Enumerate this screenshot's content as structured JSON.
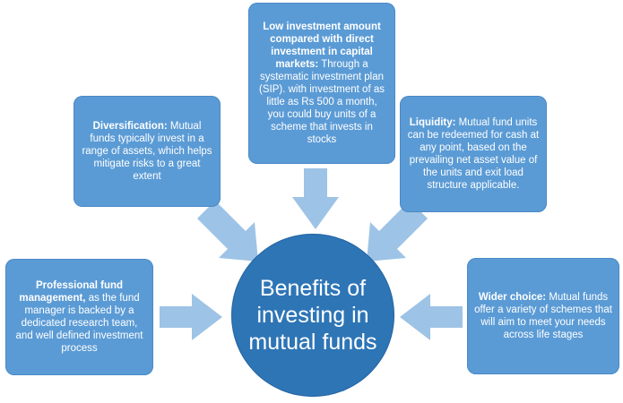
{
  "center": {
    "title": "Benefits of investing in mutual funds"
  },
  "benefits": {
    "top": {
      "heading": "Low investment amount compared with direct investment in capital markets:",
      "body": " Through a systematic investment plan (SIP).  with investment of as little as Rs 500 a month, you could buy units of a scheme that invests in stocks"
    },
    "left_upper": {
      "heading": "Diversification:",
      "body": " Mutual funds typically invest in a range of assets, which helps mitigate risks to a great extent"
    },
    "right_upper": {
      "heading": "Liquidity:",
      "body": " Mutual fund units can be redeemed for cash at any point, based on the prevailing net asset value of the units and exit load structure applicable."
    },
    "left_lower": {
      "heading": "Professional fund management,",
      "body": " as the fund manager is backed by a dedicated research team, and well defined investment process"
    },
    "right_lower": {
      "heading": "Wider choice:",
      "body": " Mutual funds offer a variety of schemes that will aim to meet your needs across life stages"
    }
  },
  "colors": {
    "box_fill": "#5b9bd5",
    "circle_fill": "#2e75b6",
    "arrow_fill": "#9dc3e6",
    "text": "#ffffff"
  }
}
